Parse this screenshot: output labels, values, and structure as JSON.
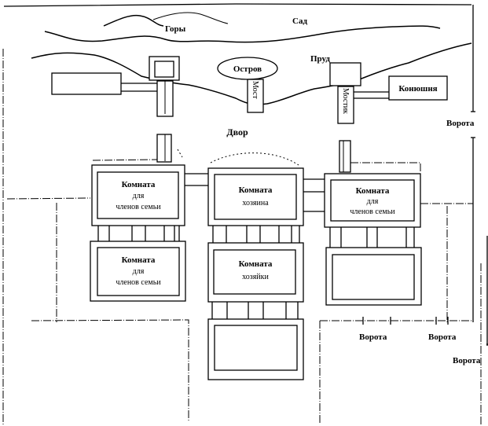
{
  "diagram": {
    "type": "site-plan",
    "landscape": {
      "garden": "Сад",
      "mountains": "Горы",
      "island": "Остров",
      "pond": "Пруд",
      "bridge_left": "Мост",
      "bridge_right": "Мостик",
      "stable": "Конюшня",
      "courtyard": "Двор"
    },
    "rooms": {
      "family_left_top": [
        "Комната",
        "для",
        "членов семьи"
      ],
      "master_center": [
        "Комната",
        "хозяина"
      ],
      "family_right_top": [
        "Комната",
        "для",
        "членов семьи"
      ],
      "family_left_bottom": [
        "Комната",
        "для",
        "членов семьи"
      ],
      "mistress_center": [
        "Комната",
        "хозяйки"
      ]
    },
    "gates": {
      "east_upper": "Ворота",
      "south_1": "Ворота",
      "south_2": "Ворота",
      "east_lower": "Ворота"
    }
  }
}
